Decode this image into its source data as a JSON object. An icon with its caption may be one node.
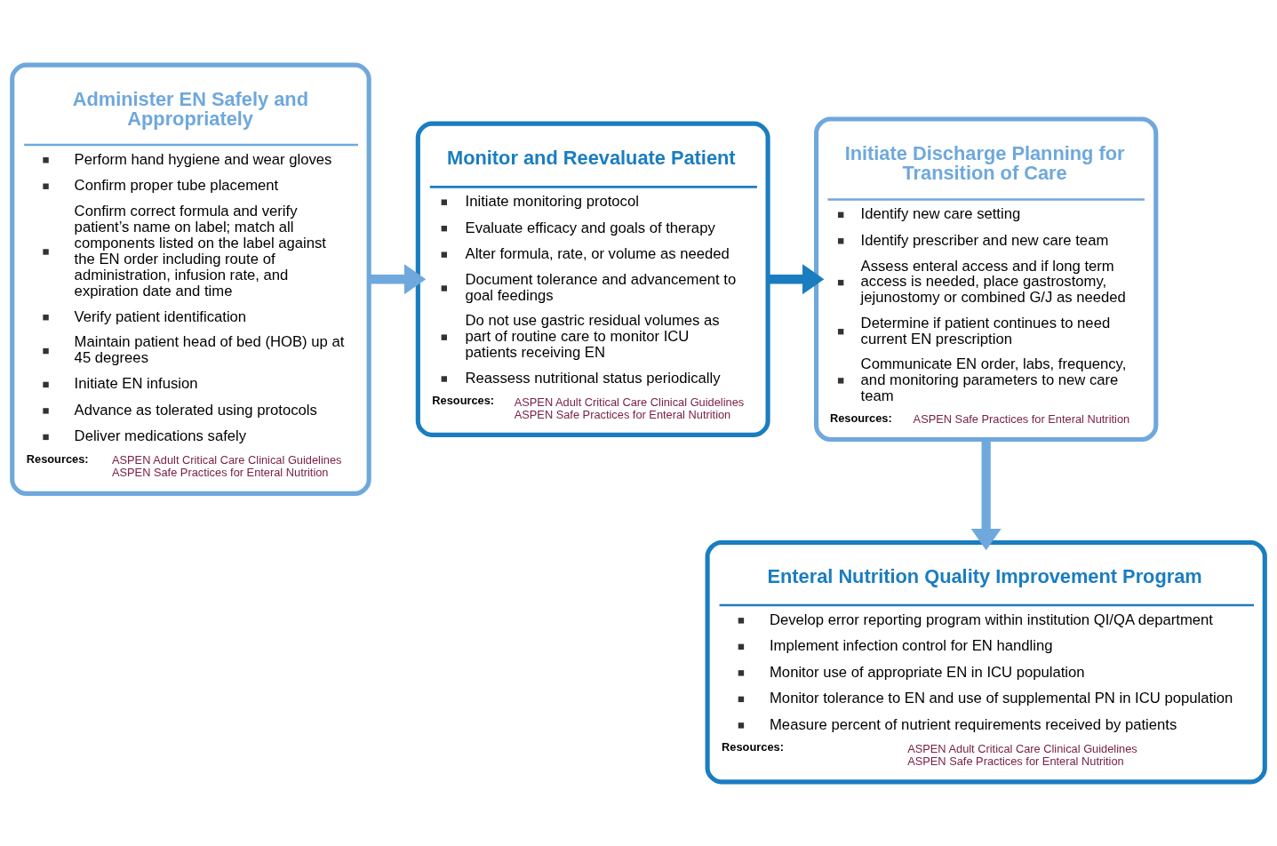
{
  "diagram": {
    "nodes": [
      {
        "text": [
          "Administer EN Safely and Appropriately",
          "Perform hand hygiene and wear gloves",
          "Confirm proper tube placement",
          "Confirm correct formula and verify patient’s name on label; match all components listed on the label against the EN order including route of administration, infusion rate, and expiration date and time",
          "Verify patient identification",
          "Maintain patient head of bed (HOB) up at 45 degrees",
          "Initiate EN infusion",
          "Advance as tolerated using protocols",
          "Deliver medications safely",
          "Resources:",
          "ASPEN Adult Critical Care Clinical Guidelines",
          "ASPEN Safe Practices for Enteral Nutrition"
        ]
      },
      {
        "text": [
          "Monitor and Reevaluate Patient",
          "Initiate monitoring protocol",
          "Evaluate efficacy and goals of therapy",
          "Alter formula, rate, or volume as needed",
          "Document tolerance and advancement to goal feedings",
          "Do not use gastric residual volumes as part of routine care to monitor ICU patients receiving EN",
          "Reassess nutritional status periodically",
          "Resources:",
          "ASPEN Adult Critical Care Clinical Guidelines",
          "ASPEN Safe Practices for Enteral Nutrition"
        ]
      },
      {
        "text": [
          "Initiate Discharge Planning for Transition of Care",
          "Identify new care setting",
          "Identify prescriber and new care team",
          "Assess enteral access and if long term access is needed, place gastrostomy, jejunostomy or combined G/J as needed",
          "Determine if patient continues to need current EN prescription",
          "Communicate EN order, labs, frequency, and monitoring parameters to new care team",
          "Resources:",
          "ASPEN Safe Practices for Enteral Nutrition"
        ]
      },
      {
        "text": [
          "Enteral Nutrition Quality Improvement Program",
          "Develop error reporting program within institution QI/QA department",
          "Implement infection control for EN handling",
          "Monitor use of appropriate EN in ICU population",
          "Monitor tolerance to EN and use of supplemental PN in ICU population",
          "Measure percent of nutrient requirements received by patients",
          "Resources:",
          "ASPEN Adult Critical Care Clinical Guidelines",
          "ASPEN Safe Practices for Enteral Nutrition"
        ]
      }
    ],
    "edges": [
      {
        "from": 0,
        "to": 1,
        "arrow": "to"
      },
      {
        "from": 1,
        "to": 2,
        "arrow": "to",
        "color": "#1a7dc0"
      },
      {
        "from": 2,
        "to": 3,
        "arrow": "to"
      }
    ]
  }
}
